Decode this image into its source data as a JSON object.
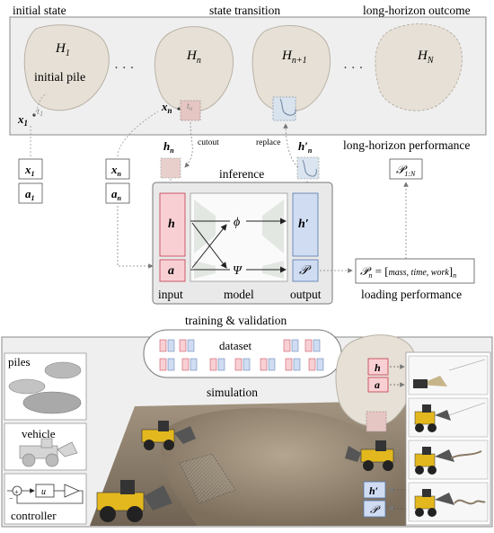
{
  "top_panel": {
    "titles": {
      "initial_state": "initial state",
      "state_transition": "state transition",
      "long_horizon_outcome": "long-horizon outcome"
    },
    "shapes": {
      "h1": {
        "sym": "H",
        "sub": "1"
      },
      "hn": {
        "sym": "H",
        "sub": "n"
      },
      "hn1": {
        "sym": "H",
        "sub": "n+1"
      },
      "hN": {
        "sym": "H",
        "sub": "N"
      }
    },
    "initial_pile": "initial pile",
    "dots": "· · ·",
    "x1": {
      "sym": "x",
      "sub": "1"
    },
    "xn": {
      "sym": "x",
      "sub": "n"
    },
    "t1": {
      "sym": "t",
      "sub": "1"
    },
    "tn": {
      "sym": "t",
      "sub": "n"
    }
  },
  "mid": {
    "long_horizon_performance": "long-horizon performance",
    "p1N": {
      "sym": "𝒫",
      "sub": "1:N"
    },
    "cutout": "cutout",
    "replace": "replace",
    "hn_label": {
      "sym": "h",
      "sub": "n"
    },
    "hprime_n_label": {
      "sym": "h′",
      "sub": "n"
    },
    "x1_box": {
      "sym": "x",
      "sub": "1"
    },
    "a1_box": {
      "sym": "a",
      "sub": "1"
    },
    "xn_box": {
      "sym": "x",
      "sub": "n"
    },
    "an_box": {
      "sym": "a",
      "sub": "n"
    }
  },
  "inference": {
    "title": "inference",
    "input_h": "h",
    "input_a": "a",
    "phi": "ϕ",
    "psi": "Ψ",
    "output_h": "h′",
    "output_p": "𝒫",
    "input_label": "input",
    "model_label": "model",
    "output_label": "output",
    "perf_formula": {
      "lhs": "𝒫",
      "lhs_sub": "n",
      "eq": " = [",
      "terms": "mass, time, work",
      "close": "]",
      "close_sub": "n"
    },
    "loading_performance": "loading performance"
  },
  "bottom": {
    "training_validation": "training & validation",
    "dataset": "dataset",
    "piles": "piles",
    "vehicle": "vehicle",
    "controller": "controller",
    "controller_u": "u",
    "controller_plus": "+",
    "controller_minus": "−",
    "simulation": "simulation",
    "side_h": "h",
    "side_a": "a",
    "out_h": "h′",
    "out_p": "𝒫"
  },
  "colors": {
    "panel_bg": "#f0f0f0",
    "shape_fill": "#e6e0d6",
    "input_pink": "#f8d0d4",
    "output_blue": "#cfdcf2",
    "red_accent": "#c23a4a",
    "ground": "#8a7a66"
  }
}
